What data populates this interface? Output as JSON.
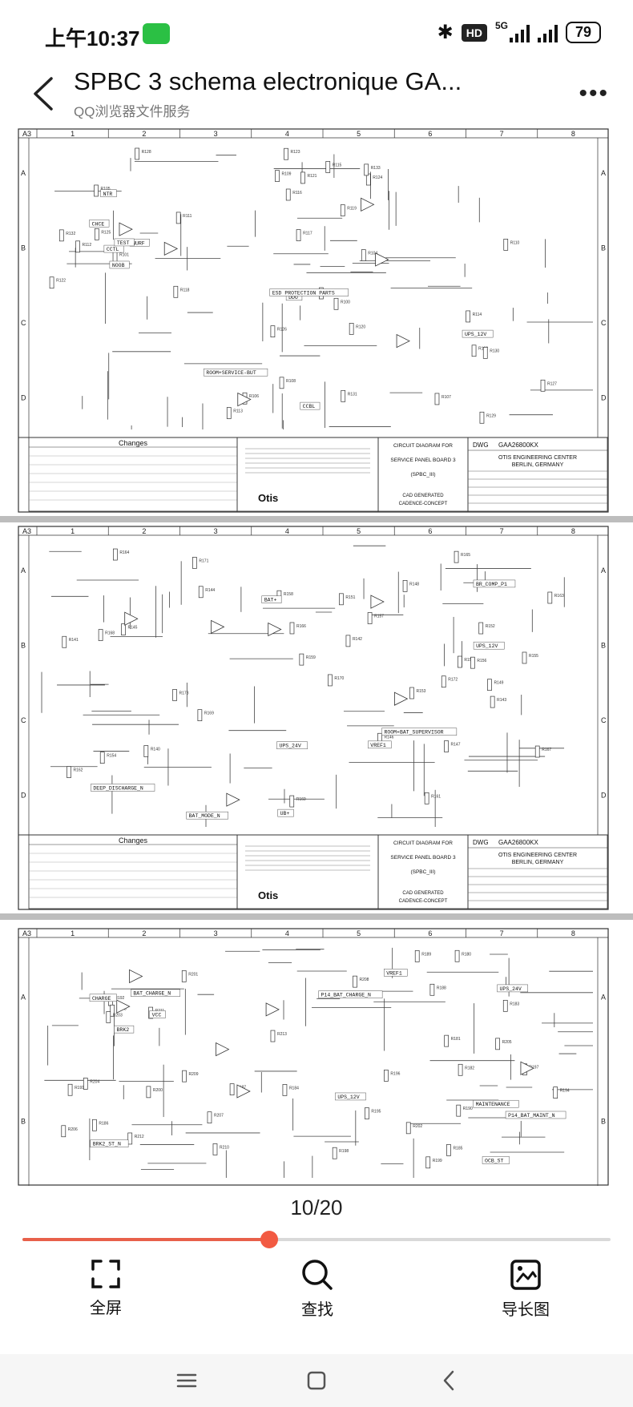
{
  "status_bar": {
    "time": "上午10:37",
    "network": "5G",
    "hd": "HD",
    "battery": "79"
  },
  "header": {
    "title": "SPBC 3 schema electronique GA...",
    "subtitle": "QQ浏览器文件服务"
  },
  "viewer": {
    "page_counter": "10/20",
    "progress": 0.42
  },
  "sheets": [
    {
      "size_label": "A3",
      "columns": [
        "1",
        "2",
        "3",
        "4",
        "5",
        "6",
        "7",
        "8"
      ],
      "rows": [
        "A",
        "B",
        "C",
        "D"
      ],
      "changes_label": "Changes",
      "title_block": {
        "diagram_title": "CIRCUIT DIAGRAM FOR",
        "board_name": "SERVICE PANEL BOARD 3",
        "board_code": "(SPBC_III)",
        "dwg_label": "DWG",
        "dwg_number": "GAA26800KX",
        "engineering": "OTIS ENGINEERING CENTER",
        "location": "BERLIN, GERMANY",
        "logo": "Otis",
        "cad_label": "CAD GENERATED",
        "cad_tool": "CADENCE-CONCEPT"
      },
      "labels": [
        "CHCE",
        "DDO",
        "CCBL",
        "CCTL",
        "NTR",
        "NURF",
        "TEST",
        "NOOB",
        "ROOM+SERVICE-BUT",
        "ESD PROTECTION PARTS",
        "UPS_12V"
      ]
    },
    {
      "size_label": "A3",
      "columns": [
        "1",
        "2",
        "3",
        "4",
        "5",
        "6",
        "7",
        "8"
      ],
      "rows": [
        "A",
        "B",
        "C",
        "D"
      ],
      "changes_label": "Changes",
      "title_block": {
        "diagram_title": "CIRCUIT DIAGRAM FOR",
        "board_name": "SERVICE PANEL BOARD 3",
        "board_code": "(SPBC_III)",
        "dwg_label": "DWG",
        "dwg_number": "GAA26800KX",
        "engineering": "OTIS ENGINEERING CENTER",
        "location": "BERLIN, GERMANY",
        "logo": "Otis",
        "cad_label": "CAD GENERATED",
        "cad_tool": "CADENCE-CONCEPT"
      },
      "labels": [
        "BAT+",
        "UPS_24V",
        "BAT_MODE_N",
        "UB+",
        "BR_COMP_P1",
        "ROOM+BAT_SUPERVISOR",
        "DEEP_DISCHARGE_N",
        "VREF1",
        "UPS_12V"
      ]
    },
    {
      "size_label": "A3",
      "columns": [
        "1",
        "2",
        "3",
        "4",
        "5",
        "6",
        "7",
        "8"
      ],
      "rows": [
        "A",
        "B"
      ],
      "labels": [
        "UPS_12V",
        "BRK2",
        "VREF1",
        "BRK2_ST_N",
        "UPS_24V",
        "P14_BAT_CHARGE_N",
        "CHARGE",
        "BAT_CHARGE_N",
        "VCC",
        "OCB_ST",
        "P14_BAT_MAINT_N",
        "MAINTENANCE"
      ]
    }
  ],
  "toolbar": {
    "fullscreen": "全屏",
    "search": "查找",
    "longimage": "导长图"
  },
  "colors": {
    "accent": "#f25a42",
    "wechat": "#2bc044"
  }
}
